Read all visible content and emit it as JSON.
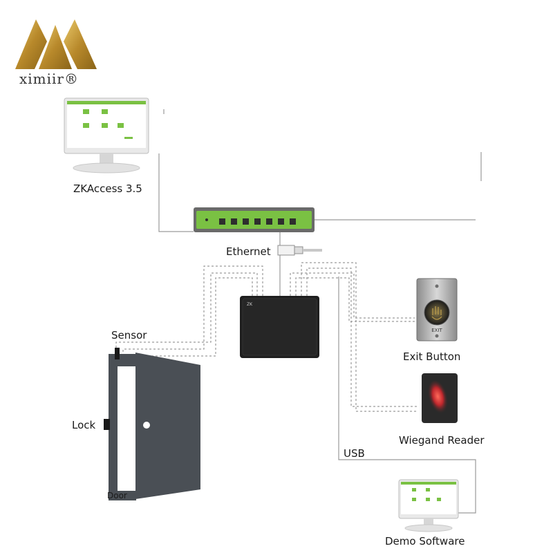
{
  "brand": {
    "name": "ximiir®"
  },
  "device_brand": "ZK",
  "exit_button_caption": "EXIT",
  "labels": {
    "zkaccess": "ZKAccess 3.5",
    "ethernet": "Ethernet",
    "sensor": "Sensor",
    "lock": "Lock",
    "door": "Door",
    "exit_button": "Exit Button",
    "wiegand_reader": "Wiegand Reader",
    "usb": "USB",
    "demo_software": "Demo Software"
  },
  "colors": {
    "switch_green": "#7ac143",
    "brand_gold": "#c9a43a",
    "door": "#4a4f55",
    "controller": "#1f1f1f",
    "reader": "#2a2a2a",
    "reader_accent": "#c0272d",
    "wire": "#9a9a9a"
  }
}
